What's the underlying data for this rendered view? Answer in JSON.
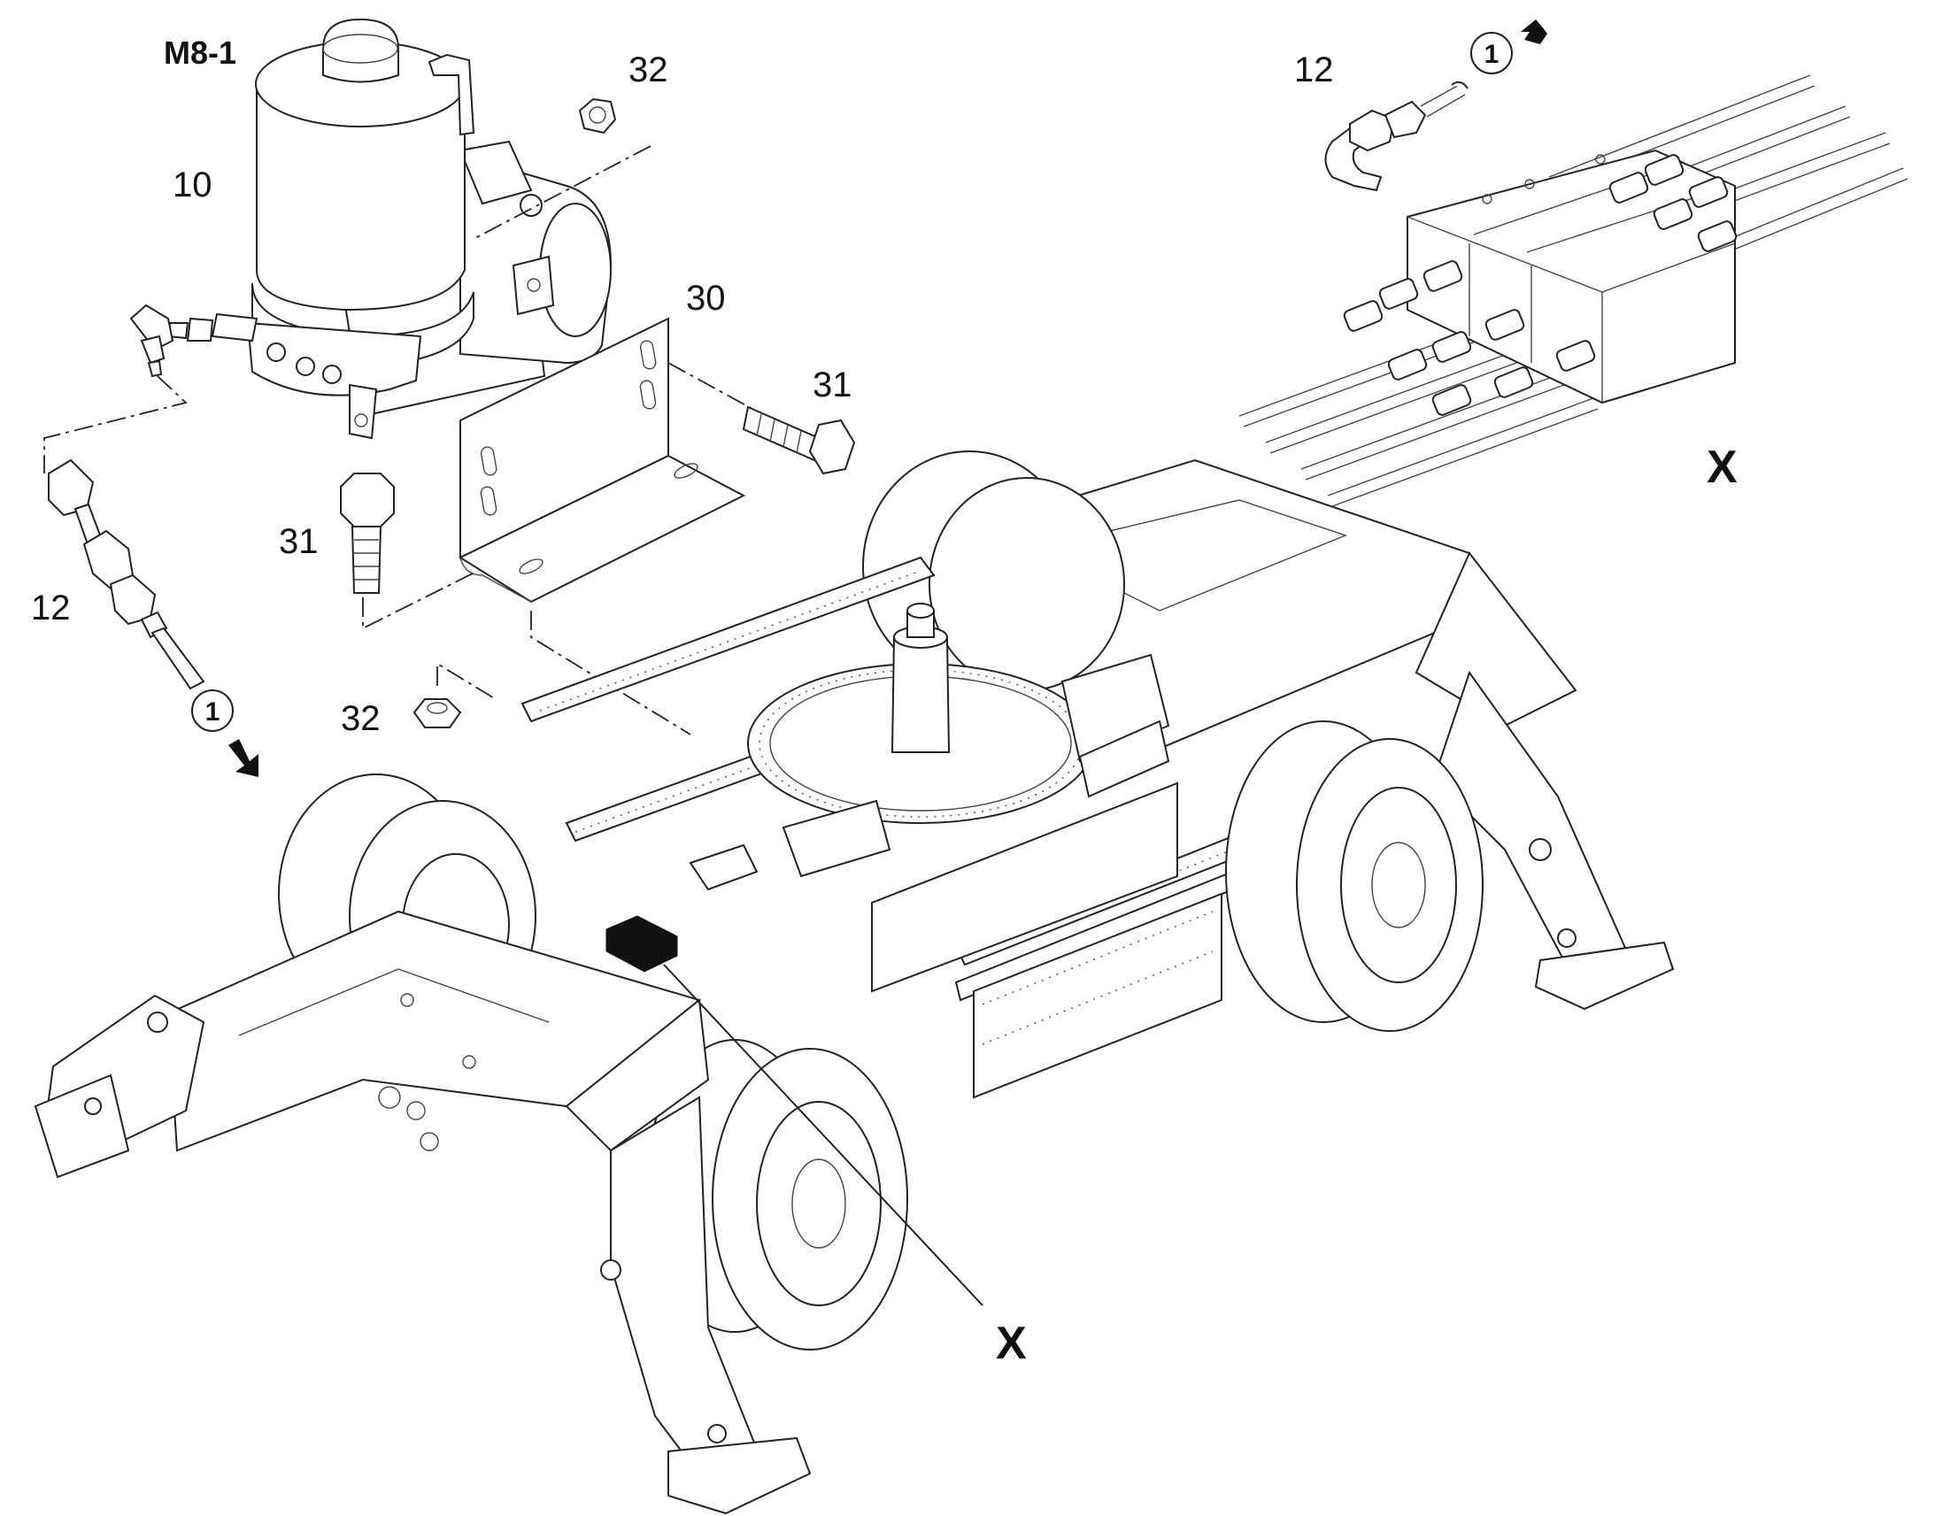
{
  "drawing_id": "M8-1",
  "callouts": {
    "c10": "10",
    "c12_left": "12",
    "c12_right": "12",
    "c30": "30",
    "c31_bolt_horizontal": "31",
    "c31_bolt_vertical": "31",
    "c32_top": "32",
    "c32_bottom": "32"
  },
  "connection_refs": {
    "left": "1",
    "right": "1"
  },
  "view_labels": {
    "detail": "X",
    "chassis": "X"
  }
}
